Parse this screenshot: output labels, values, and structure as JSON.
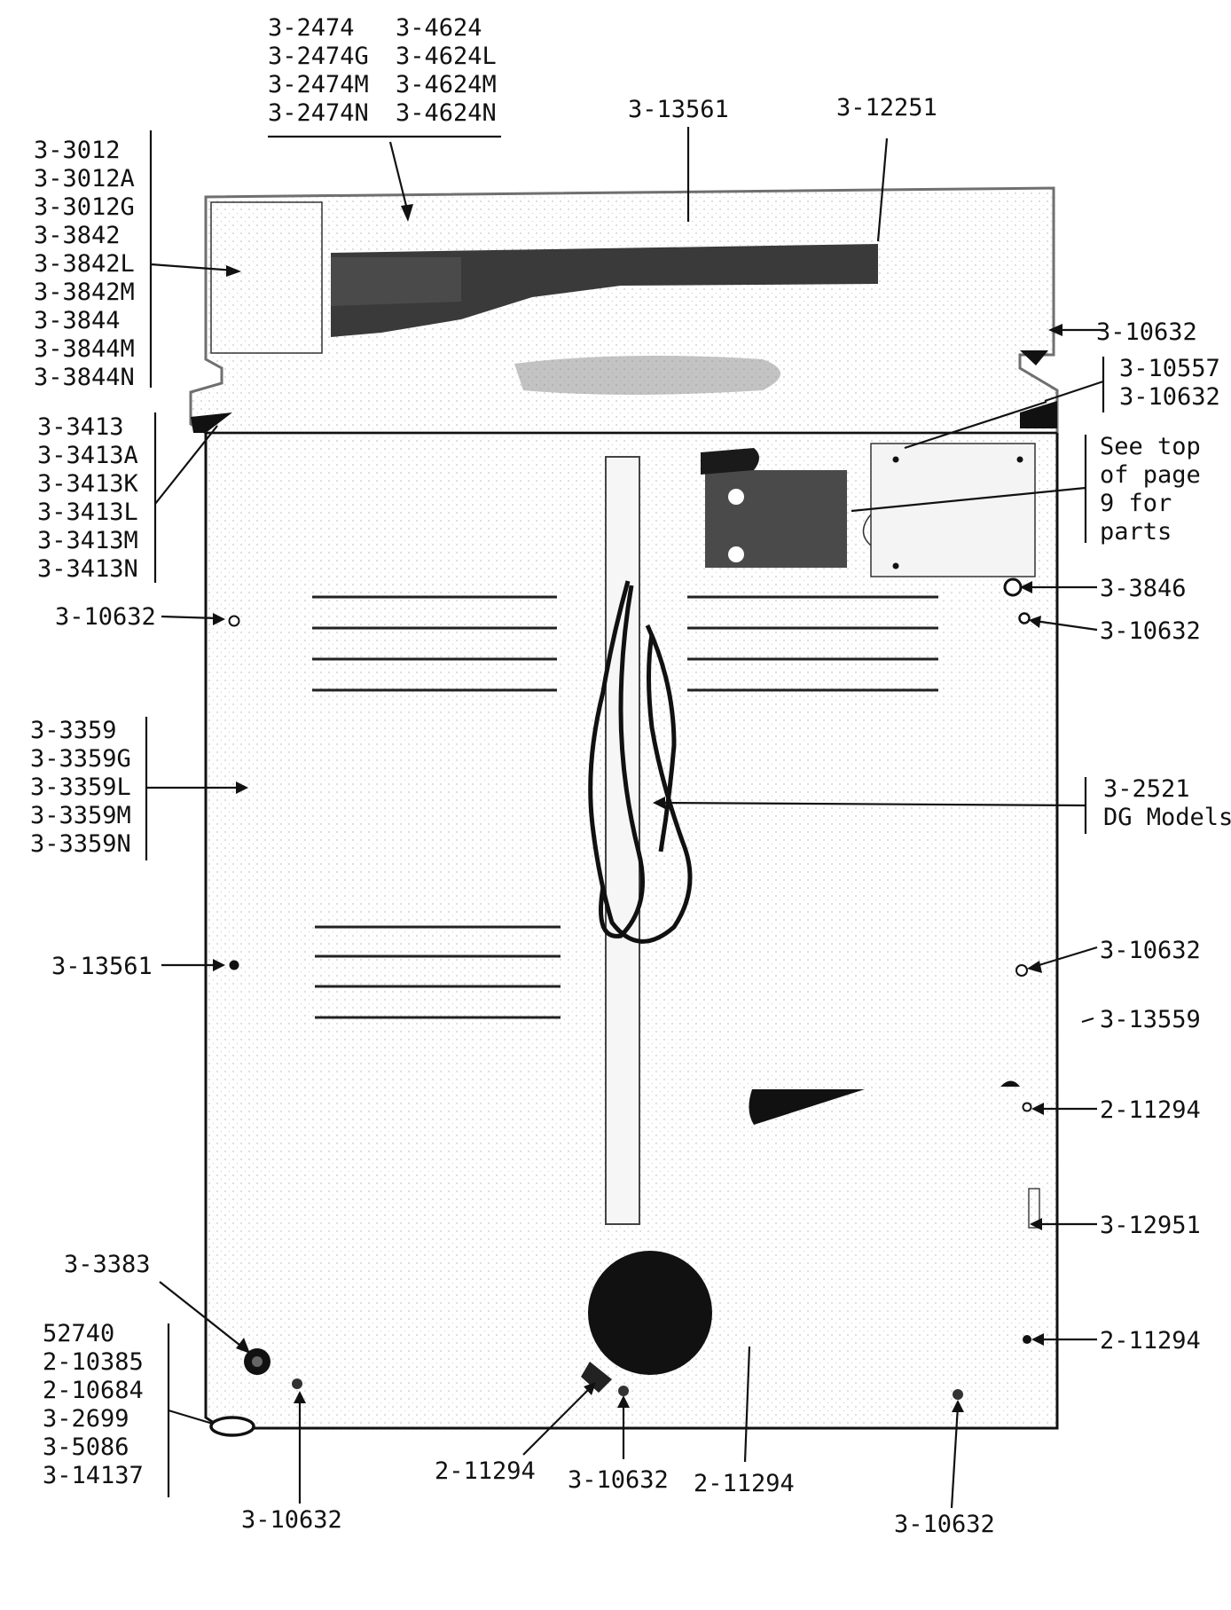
{
  "callouts": {
    "top_left_list": [
      "3-2474",
      "3-2474G",
      "3-2474M",
      "3-2474N"
    ],
    "top_right_list": [
      "3-4624",
      "3-4624L",
      "3-4624M",
      "3-4624N"
    ],
    "top_panel_1": "3-13561",
    "top_panel_2": "3-12251",
    "left_panel_list": [
      "3-3012",
      "3-3012A",
      "3-3012G",
      "3-3842",
      "3-3842L",
      "3-3842M",
      "3-3844",
      "3-3844M",
      "3-3844N"
    ],
    "hinge_list": [
      "3-3413",
      "3-3413A",
      "3-3413K",
      "3-3413L",
      "3-3413M",
      "3-3413N"
    ],
    "screw_upper_right": "3-10632",
    "bracket_right_list": [
      "3-10557",
      "3-10632"
    ],
    "see_note": [
      "See top",
      "of page",
      "9 for",
      "parts"
    ],
    "screw_left_upper": "3-10632",
    "grommet_right": "3-3846",
    "screw_right_2": "3-10632",
    "back_panel_list": [
      "3-3359",
      "3-3359G",
      "3-3359L",
      "3-3359M",
      "3-3359N"
    ],
    "cord_list": [
      "3-2521",
      "DG Models"
    ],
    "screw_left_lower": "3-13561",
    "screw_right_3": "3-10632",
    "clip_right": "3-13559",
    "bolt_right_1": "2-11294",
    "strip_right": "3-12951",
    "plug": "3-3383",
    "bolt_right_2": "2-11294",
    "foot_list": [
      "52740",
      "2-10385",
      "2-10684",
      "3-2699",
      "3-5086",
      "3-14137"
    ],
    "screw_bottom_left": "3-10632",
    "exhaust_bolt": "2-11294",
    "screw_bottom_mid": "3-10632",
    "bolt_bottom_mid": "2-11294",
    "screw_bottom_right": "3-10632"
  }
}
